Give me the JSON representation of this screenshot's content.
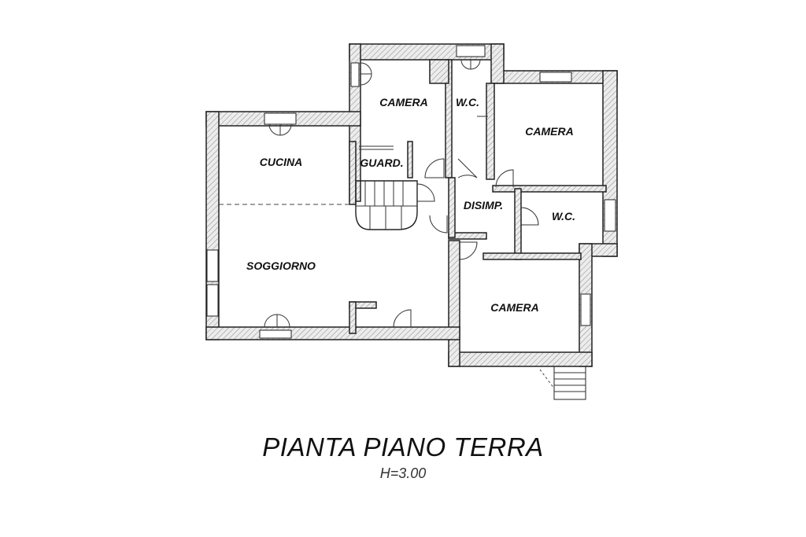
{
  "title": "PIANTA PIANO TERRA",
  "subtitle": "H=3.00",
  "rooms": {
    "camera_top": "CAMERA",
    "wc_top": "W.C.",
    "camera_right": "CAMERA",
    "cucina": "CUCINA",
    "guard": "GUARD.",
    "disimp": "DISIMP.",
    "wc_right": "W.C.",
    "soggiorno": "SOGGIORNO",
    "camera_bottom": "CAMERA"
  }
}
